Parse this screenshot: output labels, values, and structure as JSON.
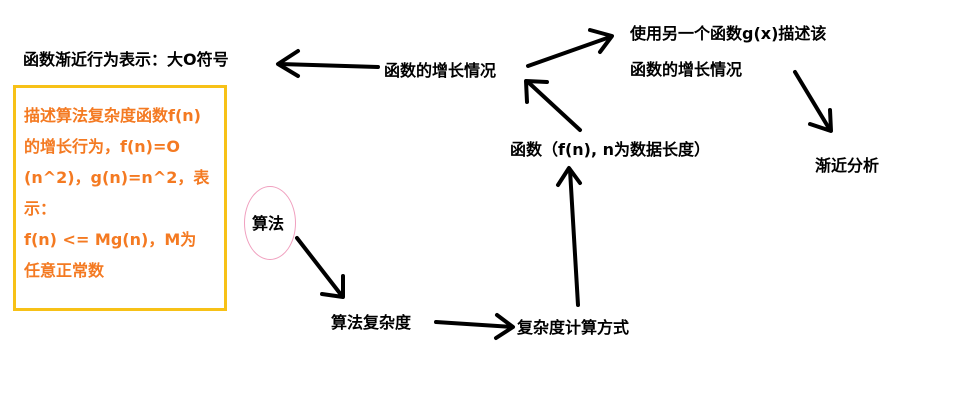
{
  "diagram": {
    "nodes": {
      "asymptotic_notation": "函数渐近行为表示：大O符号",
      "function_growth": "函数的增长情况",
      "use_g_line1": "使用另一个函数g(x)描述该",
      "use_g_line2": "函数的增长情况",
      "function_def": "函数（f(n), n为数据长度）",
      "asymptotic_analysis": "渐近分析",
      "algorithm": "算法",
      "algorithm_complexity": "算法复杂度",
      "complexity_calc": "复杂度计算方式"
    },
    "description_box": {
      "lines": [
        "描述算法复杂度函数f(n)",
        "的增长行为，f(n)=O",
        "(n^2)，g(n)=n^2，表",
        "示：",
        "f(n)  <=  Mg(n)，M为",
        "任意正常数"
      ]
    },
    "colors": {
      "text": "#000000",
      "description_text": "#f47a22",
      "description_border": "#f7c117",
      "ellipse_border": "#f0a0bf",
      "arrow": "#000000"
    }
  }
}
